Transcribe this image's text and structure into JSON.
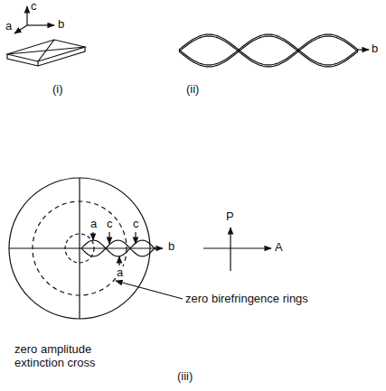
{
  "diagram": {
    "labels": [
      "a",
      "c",
      "b",
      "(i)",
      "b",
      "(ii)",
      "a",
      "c",
      "a",
      "c",
      "b",
      "P",
      "A",
      "zero birefringence rings",
      "zero amplitude extinction cross",
      "(iii)"
    ]
  }
}
